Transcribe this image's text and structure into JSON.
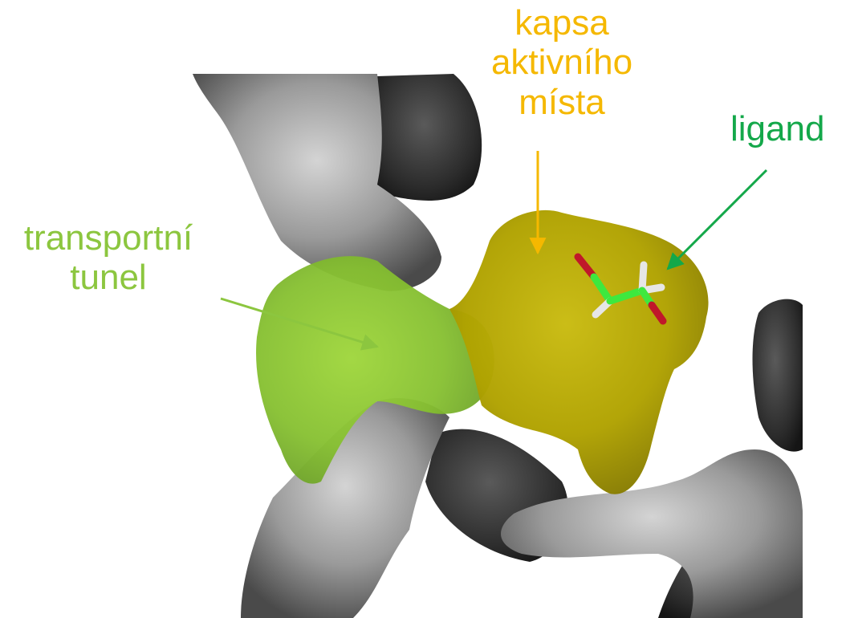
{
  "labels": {
    "pocket": {
      "lines": [
        "kapsa",
        "aktivního",
        "místa"
      ],
      "color": "#f5b800"
    },
    "ligand": {
      "lines": [
        "ligand"
      ],
      "color": "#14a84a"
    },
    "tunnel": {
      "lines": [
        "transportní",
        "tunel"
      ],
      "color": "#8cc63f"
    }
  },
  "colors": {
    "background": "#ffffff",
    "protein_surface_light": "#b9b9b9",
    "protein_surface_dark": "#3a3a3a",
    "active_site_pocket": "#b4a800",
    "transport_tunnel": "#8ccb2e",
    "ligand_carbon": "#3ee83e",
    "ligand_oxygen": "#c0182a",
    "ligand_hydrogen": "#e6e6e6"
  }
}
